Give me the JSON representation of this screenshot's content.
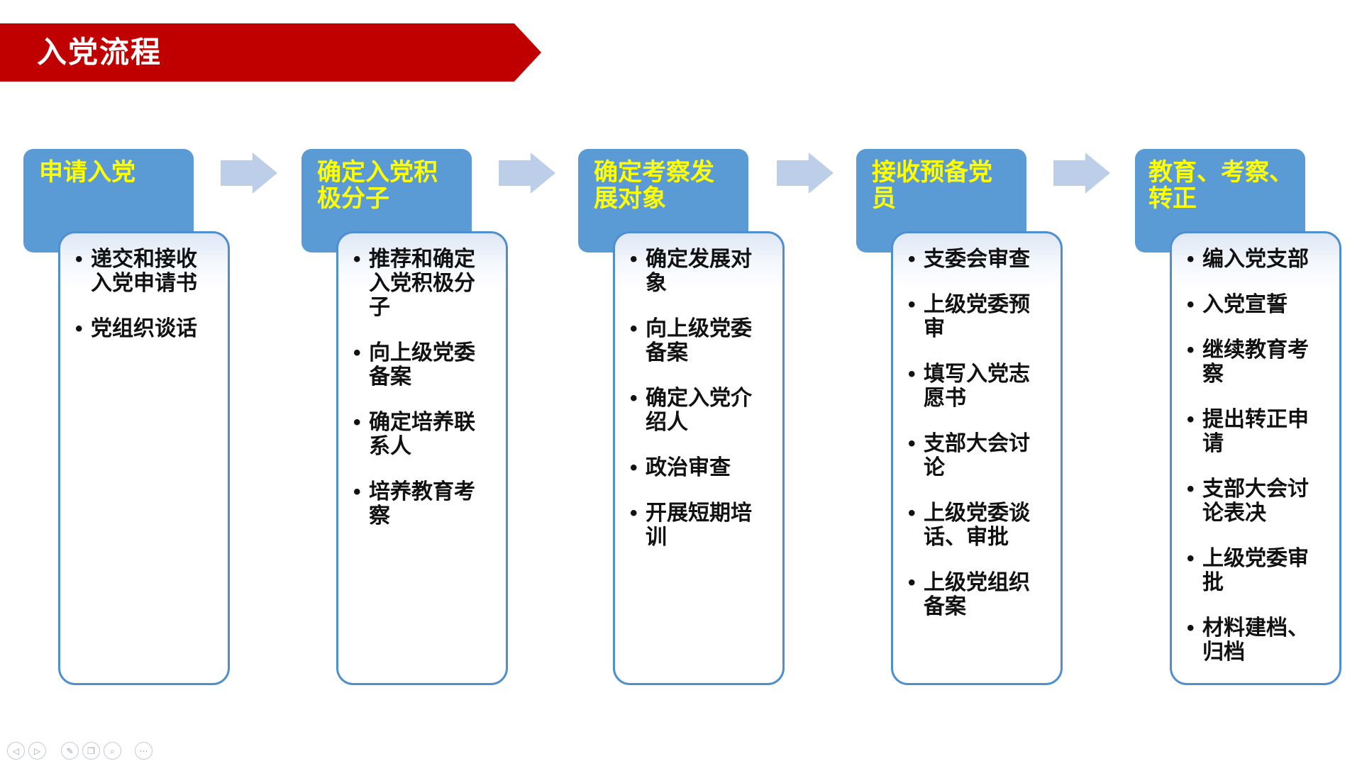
{
  "slide": {
    "title": "入党流程",
    "columns": [
      {
        "header": "申请入党",
        "items": [
          "递交和接收入党申请书",
          "党组织谈话"
        ]
      },
      {
        "header": "确定入党积极分子",
        "items": [
          "推荐和确定入党积极分子",
          "向上级党委备案",
          "确定培养联系人",
          "培养教育考察"
        ]
      },
      {
        "header": "确定考察发展对象",
        "items": [
          "确定发展对象",
          "向上级党委备案",
          "确定入党介绍人",
          "政治审查",
          "开展短期培训"
        ]
      },
      {
        "header": "接收预备党员",
        "items": [
          "支委会审查",
          "上级党委预审",
          "填写入党志愿书",
          "支部大会讨论",
          "上级党委谈话、审批",
          "上级党组织备案"
        ]
      },
      {
        "header": "教育、考察、转正",
        "items": [
          "编入党支部",
          "入党宣誓",
          "继续教育考察",
          "提出转正申请",
          "支部大会讨论表决",
          "上级党委审批",
          "材料建档、归档"
        ]
      }
    ],
    "controls": [
      {
        "name": "previous-slide",
        "glyph": "◁"
      },
      {
        "name": "next-slide",
        "glyph": "▷"
      },
      {
        "name": "pen-tool",
        "glyph": "✎"
      },
      {
        "name": "slides-overview",
        "glyph": "❐"
      },
      {
        "name": "zoom-tool",
        "glyph": "⌕"
      },
      {
        "name": "more-options",
        "glyph": "⋯"
      }
    ],
    "colors": {
      "background": "#FFFFFF",
      "banner_red": "#C00000",
      "banner_text": "#FFFFFF",
      "header_blue": "#5B9BD5",
      "header_text_yellow": "#FFFF00",
      "arrow_light_blue": "#BCCEE8",
      "box_border_blue": "#4F8FD0",
      "box_top_tint": "#DEE7F5",
      "bullet_text": "#111111"
    }
  }
}
